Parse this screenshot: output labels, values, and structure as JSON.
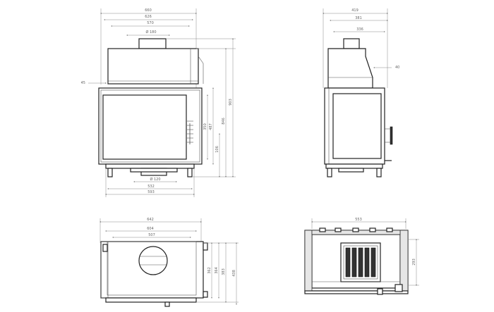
{
  "front": {
    "w_total": "660",
    "w_inner": "626",
    "w_top": "570",
    "flue": "Ø 180",
    "left_offset": "45",
    "bottom_flue": "Ø 120",
    "w_base1": "532",
    "w_base2": "593",
    "h1": "350",
    "h2": "487",
    "h3": "846",
    "h4": "903",
    "h5": "106"
  },
  "side": {
    "d_total": "419",
    "d_inner": "381",
    "d_top": "336",
    "side_offset": "40"
  },
  "top_view": {
    "w_total": "642",
    "w_inner": "604",
    "w_hole": "507",
    "d1": "362",
    "d2": "364",
    "d3": "383",
    "d4": "438"
  },
  "plan_view": {
    "w": "553",
    "h": "293"
  }
}
